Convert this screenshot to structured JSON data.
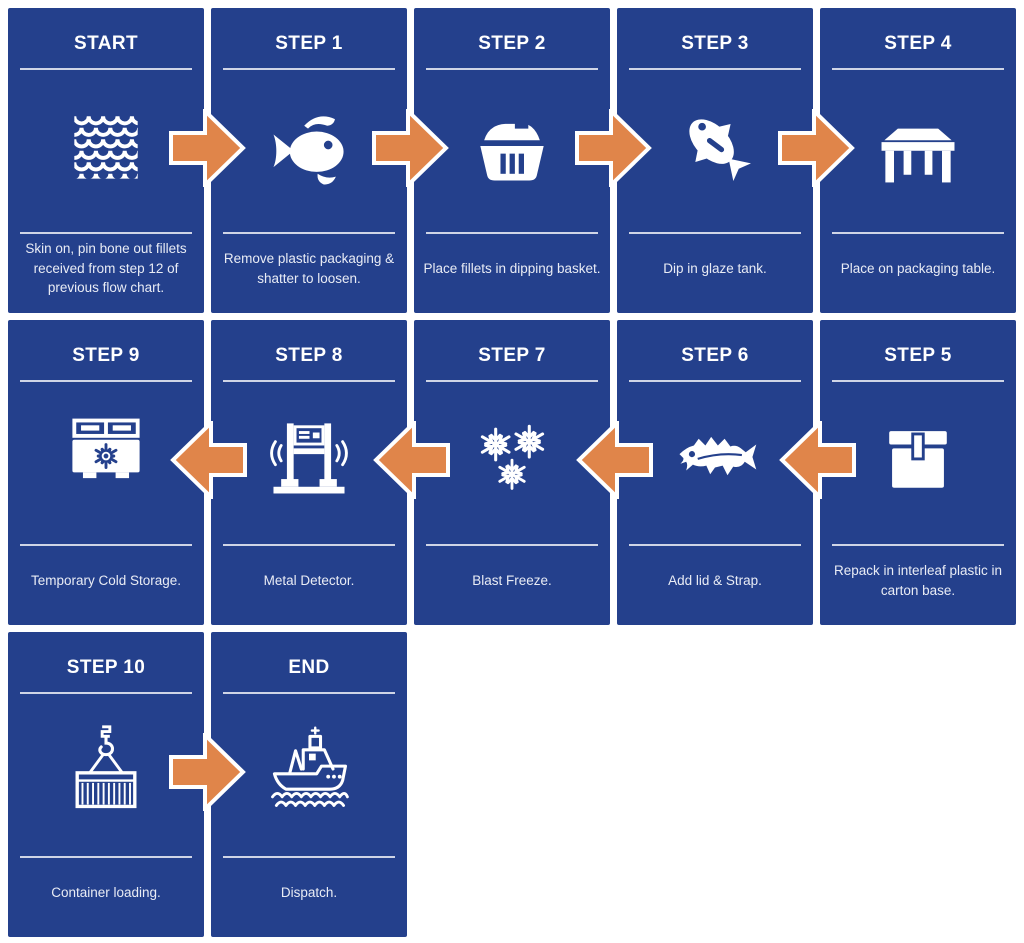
{
  "flowchart": {
    "colors": {
      "card_bg": "#24408c",
      "arrow_fill": "#e0854a",
      "arrow_outline": "#ffffff",
      "title_text": "#ffffff",
      "body_text": "#e9ecf5",
      "page_bg": "#ffffff"
    },
    "cards": [
      {
        "title": "START",
        "icon": "fishing-net-icon",
        "description": "Skin on, pin bone out fillets received from step 12 of previous flow chart.",
        "grid": {
          "row": 1,
          "col": 1
        }
      },
      {
        "title": "STEP 1",
        "icon": "fish-icon",
        "description": "Remove plastic packaging & shatter to loosen.",
        "grid": {
          "row": 1,
          "col": 2
        }
      },
      {
        "title": "STEP 2",
        "icon": "dipping-basket-icon",
        "description": "Place fillets in dipping basket.",
        "grid": {
          "row": 1,
          "col": 3
        }
      },
      {
        "title": "STEP 3",
        "icon": "glaze-dip-fish-icon",
        "description": "Dip in glaze tank.",
        "grid": {
          "row": 1,
          "col": 4
        }
      },
      {
        "title": "STEP 4",
        "icon": "packaging-table-icon",
        "description": "Place on packaging table.",
        "grid": {
          "row": 1,
          "col": 5
        }
      },
      {
        "title": "STEP 9",
        "icon": "cold-storage-icon",
        "description": "Temporary Cold Storage.",
        "grid": {
          "row": 2,
          "col": 1
        }
      },
      {
        "title": "STEP 8",
        "icon": "metal-detector-icon",
        "description": "Metal Detector.",
        "grid": {
          "row": 2,
          "col": 2
        }
      },
      {
        "title": "STEP 7",
        "icon": "snowflakes-icon",
        "description": "Blast Freeze.",
        "grid": {
          "row": 2,
          "col": 3
        }
      },
      {
        "title": "STEP 6",
        "icon": "cod-fish-icon",
        "description": "Add lid & Strap.",
        "grid": {
          "row": 2,
          "col": 4
        }
      },
      {
        "title": "STEP 5",
        "icon": "carton-box-icon",
        "description": "Repack in interleaf plastic in carton base.",
        "grid": {
          "row": 2,
          "col": 5
        }
      },
      {
        "title": "STEP 10",
        "icon": "shipping-container-icon",
        "description": "Container loading.",
        "grid": {
          "row": 3,
          "col": 1
        }
      },
      {
        "title": "END",
        "icon": "cargo-ship-icon",
        "description": "Dispatch.",
        "grid": {
          "row": 3,
          "col": 2
        }
      }
    ],
    "arrows": [
      {
        "from": "START",
        "to": "STEP 1",
        "direction": "right",
        "row": 1,
        "boundary": 1
      },
      {
        "from": "STEP 1",
        "to": "STEP 2",
        "direction": "right",
        "row": 1,
        "boundary": 2
      },
      {
        "from": "STEP 2",
        "to": "STEP 3",
        "direction": "right",
        "row": 1,
        "boundary": 3
      },
      {
        "from": "STEP 3",
        "to": "STEP 4",
        "direction": "right",
        "row": 1,
        "boundary": 4
      },
      {
        "from": "STEP 8",
        "to": "STEP 9",
        "direction": "left",
        "row": 2,
        "boundary": 1
      },
      {
        "from": "STEP 7",
        "to": "STEP 8",
        "direction": "left",
        "row": 2,
        "boundary": 2
      },
      {
        "from": "STEP 6",
        "to": "STEP 7",
        "direction": "left",
        "row": 2,
        "boundary": 3
      },
      {
        "from": "STEP 5",
        "to": "STEP 6",
        "direction": "left",
        "row": 2,
        "boundary": 4
      },
      {
        "from": "STEP 10",
        "to": "END",
        "direction": "right",
        "row": 3,
        "boundary": 1
      }
    ]
  }
}
